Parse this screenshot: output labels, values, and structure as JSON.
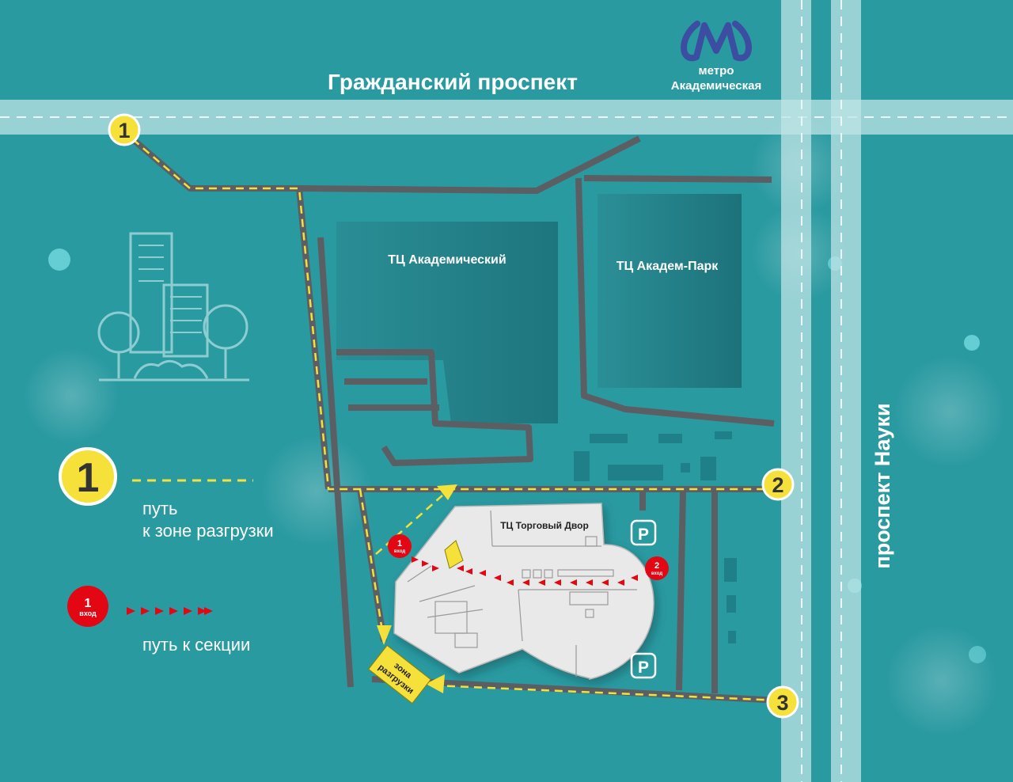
{
  "streets": {
    "grazhdansky": "Гражданский проспект",
    "nauki": "проспект Науки"
  },
  "metro": {
    "line1": "метро",
    "line2": "Академическая",
    "icon": "metro-m-icon"
  },
  "buildings": {
    "akademichesky": "ТЦ Академический",
    "akadem_park": "ТЦ Академ-Парк",
    "torgovy_dvor": "ТЦ Торговый Двор"
  },
  "markers": {
    "one": "1",
    "two": "2",
    "three": "3"
  },
  "entrances": {
    "e1_num": "1",
    "e1_word": "вход",
    "e2_num": "2",
    "e2_word": "вход"
  },
  "parking": "P",
  "unloading": {
    "line1": "зона",
    "line2": "разгрузки"
  },
  "legend": {
    "route_marker": "1",
    "route_line1": "путь",
    "route_line2": "к зоне разгрузки",
    "entry_num": "1",
    "entry_word": "вход",
    "section_label": "путь к секции"
  },
  "colors": {
    "background": "#2a9aa1",
    "road": "#5b5f63",
    "route": "#f5e13a",
    "entry": "#e30613",
    "building": "#1f7d86",
    "mall": "#e9e9e9"
  }
}
